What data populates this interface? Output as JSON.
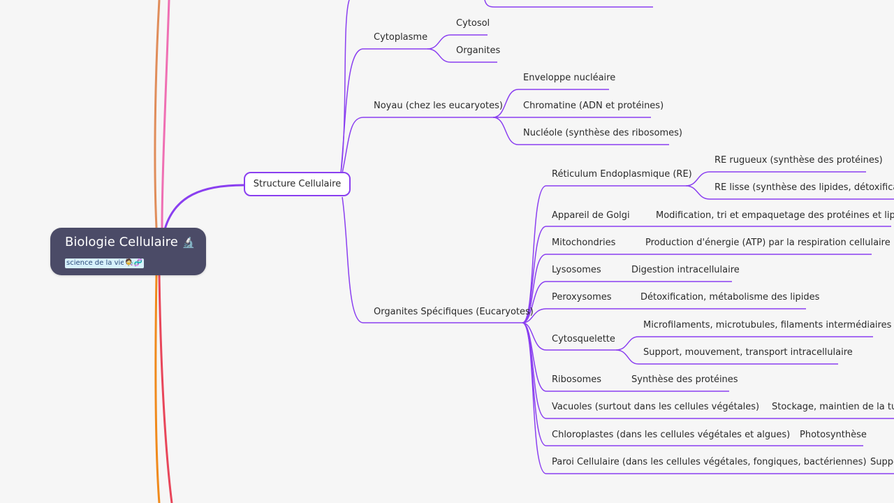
{
  "root": {
    "title": "Biologie Cellulaire",
    "emoji": "🔬",
    "tags": [
      "science de la vie",
      "🧑‍🔬🧬"
    ]
  },
  "branch": {
    "label": "Structure Cellulaire"
  },
  "nodes": {
    "cytoplasme": "Cytoplasme",
    "cytosol": "Cytosol",
    "organites": "Organites",
    "noyau": "Noyau (chez les eucaryotes)",
    "enveloppe": "Enveloppe nucléaire",
    "chromatine": "Chromatine (ADN et protéines)",
    "nucleole": "Nucléole (synthèse des ribosomes)",
    "organites_specifiques": "Organites Spécifiques (Eucaryotes)",
    "reticulum": "Réticulum Endoplasmique (RE)",
    "re_rugueux": "RE rugueux (synthèse des protéines)",
    "re_lisse": "RE lisse (synthèse des lipides, détoxification",
    "golgi": "Appareil de Golgi",
    "golgi_desc": "Modification, tri et empaquetage des protéines et lipides",
    "mito": "Mitochondries",
    "mito_desc": "Production d'énergie (ATP) par la respiration cellulaire",
    "lyso": "Lysosomes",
    "lyso_desc": "Digestion intracellulaire",
    "perox": "Peroxysomes",
    "perox_desc": "Détoxification, métabolisme des lipides",
    "cyto": "Cytosquelette",
    "cyto_desc1": "Microfilaments, microtubules, filaments intermédiaires",
    "cyto_desc2": "Support, mouvement, transport intracellulaire",
    "ribo": "Ribosomes",
    "ribo_desc": "Synthèse des protéines",
    "vacuoles": "Vacuoles (surtout dans les cellules végétales)",
    "vacuoles_desc": "Stockage, maintien de la turg",
    "chloro": "Chloroplastes (dans les cellules végétales et algues)",
    "chloro_desc": "Photosynthèse",
    "paroi": "Paroi Cellulaire (dans les cellules végétales, fongiques, bactériennes)",
    "paroi_desc": "Suppo"
  },
  "colors": {
    "branch": "#8a3ff0",
    "root_bg": "#4b4b67",
    "left_lines": [
      "#e08d5a",
      "#ef6fb3",
      "#f08a1c",
      "#e8465a"
    ]
  }
}
